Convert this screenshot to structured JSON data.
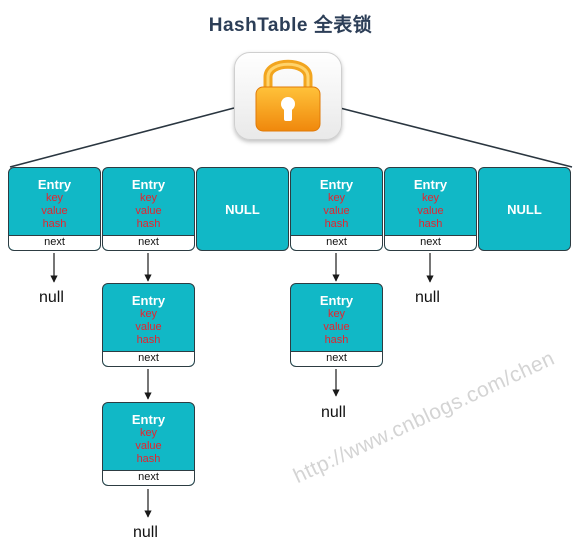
{
  "title": "HashTable 全表锁",
  "lock_icon": "lock-icon",
  "colors": {
    "entry_fill": "#11b8c6",
    "field_text": "#e6232e",
    "lock_body": "#f29a14",
    "title": "#2c3e57"
  },
  "labels": {
    "entry": "Entry",
    "key": "key",
    "value": "value",
    "hash": "hash",
    "next": "next",
    "null_bucket": "NULL",
    "null_ref": "null"
  },
  "watermark": "http://www.cnblogs.com/chen"
}
